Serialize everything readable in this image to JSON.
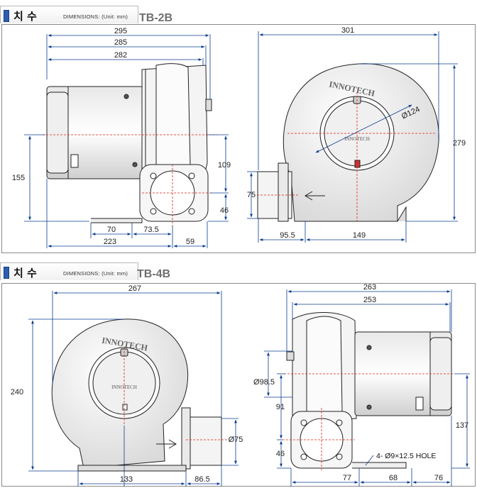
{
  "sections": [
    {
      "title": "치 수",
      "subtitle": "DIMENSIONS: (Unit: mm)",
      "model": "TB-2B",
      "brand": "INNOTECH",
      "dims": {
        "w295": "295",
        "w285": "285",
        "w282": "282",
        "h155": "155",
        "h109": "109",
        "h46": "46",
        "b70": "70",
        "b73_5": "73.5",
        "b223": "223",
        "b59": "59",
        "w301": "301",
        "h279": "279",
        "d124": "Ø124",
        "h75": "75",
        "b95_5": "95.5",
        "b149": "149"
      }
    },
    {
      "title": "치 수",
      "subtitle": "DIMENSIONS: (Unit: mm)",
      "model": "TB-4B",
      "brand": "INNOTECH",
      "dims": {
        "w267": "267",
        "h240": "240",
        "d75": "Ø75",
        "b133": "133",
        "b86_5": "86.5",
        "w263": "263",
        "w253": "253",
        "d98_5": "Ø98.5",
        "h91": "91",
        "h46": "46",
        "h137": "137",
        "hole": "4- Ø9×12.5 HOLE",
        "b77": "77",
        "b68": "68",
        "b76": "76"
      }
    }
  ]
}
